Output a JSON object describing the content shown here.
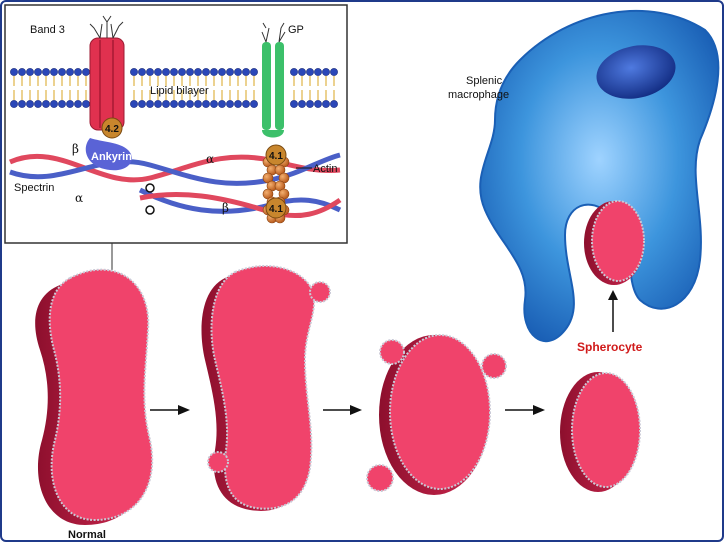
{
  "inset": {
    "band3": "Band 3",
    "gp": "GP",
    "lipid_bilayer": "Lipid bilayer",
    "ankyrin": "Ankyrin",
    "protein_42": "4.2",
    "protein_41_top": "4.1",
    "protein_41_bottom": "4.1",
    "actin": "Actin",
    "spectrin": "Spectrin",
    "alpha_1": "α",
    "beta_1": "β",
    "alpha_2": "α",
    "beta_2": "β"
  },
  "cells": {
    "normal": "Normal",
    "spherocyte": "Spherocyte",
    "splenic_macrophage_line1": "Splenic",
    "splenic_macrophage_line2": "macrophage"
  },
  "colors": {
    "cell_face": "#f0436b",
    "cell_side": "#b3173e",
    "membrane": "#c9c9d6",
    "macrophage": "#3d95dd",
    "nucleus": "#1d3fa6",
    "band3": "#e0314f",
    "gp": "#3cc06a",
    "ankyrin": "#5a63d6",
    "spectrin_red": "#e0485e",
    "spectrin_blue": "#4a5fc7",
    "actin": "#d2732b",
    "frame": "#1f3a8a",
    "spherocyte_label": "#d01a1a"
  }
}
